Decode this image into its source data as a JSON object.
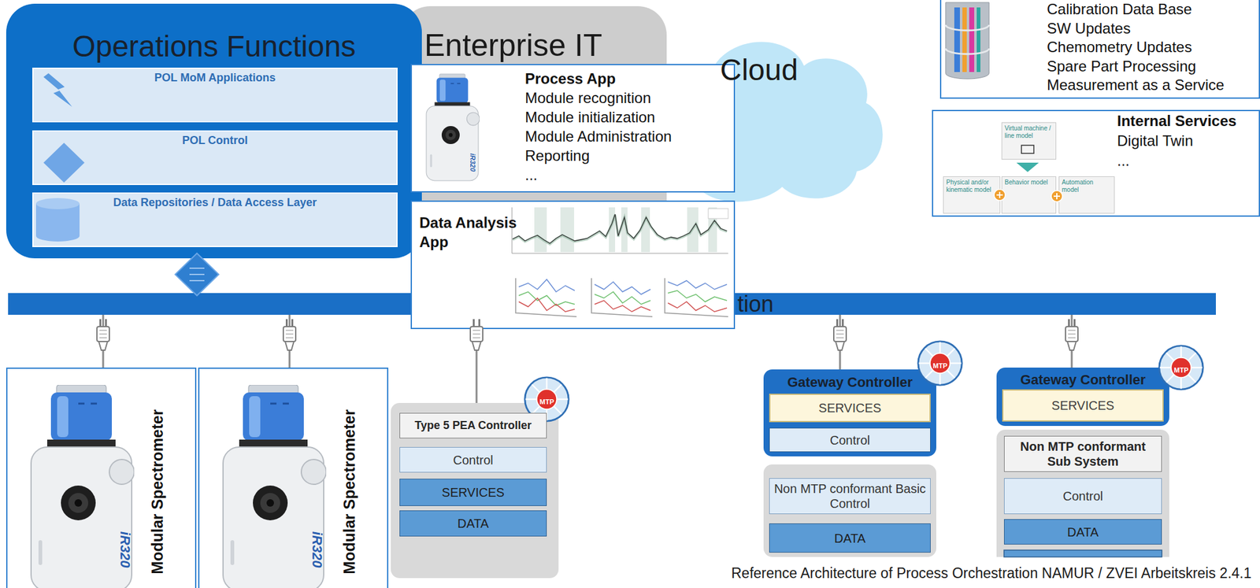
{
  "diagram": {
    "caption": "Reference Architecture of Process Orchestration NAMUR / ZVEI Arbeitskreis 2.4.1",
    "nodes": [
      {
        "text": [
          "Operations Functions"
        ]
      },
      {
        "text": [
          "POL MoM Applications"
        ],
        "in": 0
      },
      {
        "text": [
          "POL Control"
        ],
        "in": 0
      },
      {
        "text": [
          "Data Repositories / Data Access Layer"
        ],
        "in": 0
      },
      {
        "text": [
          "Enterprise IT"
        ]
      },
      {
        "text": [
          "Cloud"
        ]
      },
      {
        "text": [
          "Process App",
          "Module recognition",
          "Module initialization",
          "Module Administration",
          "Reporting",
          "..."
        ]
      },
      {
        "text": [
          "Data Analysis App"
        ]
      },
      {
        "text": [
          "Calibration Data Base",
          "SW Updates",
          "Chemometry Updates",
          "Spare Part Processing",
          "Measurement as a Service"
        ]
      },
      {
        "text": [
          "Internal Services",
          "Digital Twin",
          "..."
        ]
      },
      {
        "text": [
          "Virtual machine / line model"
        ],
        "in": 9
      },
      {
        "text": [
          "Physical and/or kinematic model"
        ],
        "in": 9
      },
      {
        "text": [
          "Behavior model"
        ],
        "in": 9
      },
      {
        "text": [
          "Automation model"
        ],
        "in": 9
      },
      {
        "text": [
          "tion"
        ]
      },
      {
        "text": [
          "Modular Spectrometer"
        ]
      },
      {
        "text": [
          "Modular Spectrometer"
        ]
      },
      {
        "text": [
          "Type 5 PEA Controller"
        ]
      },
      {
        "text": [
          "Control"
        ],
        "in": 17
      },
      {
        "text": [
          "SERVICES"
        ],
        "in": 17
      },
      {
        "text": [
          "DATA"
        ],
        "in": 17
      },
      {
        "text": [
          "Gateway Controller"
        ]
      },
      {
        "text": [
          "SERVICES"
        ],
        "in": 21
      },
      {
        "text": [
          "Control"
        ],
        "in": 21
      },
      {
        "text": [
          "Non MTP conformant Basic Control"
        ]
      },
      {
        "text": [
          "DATA"
        ]
      },
      {
        "text": [
          "Gateway Controller"
        ]
      },
      {
        "text": [
          "SERVICES"
        ],
        "in": 26
      },
      {
        "text": [
          "Non MTP conformant Sub System"
        ]
      },
      {
        "text": [
          "Control"
        ],
        "in": 28
      },
      {
        "text": [
          "DATA"
        ],
        "in": 28
      }
    ],
    "edges": [
      {
        "from": 0,
        "to": 14,
        "arrow": "none"
      },
      {
        "from": 14,
        "to": 15,
        "arrow": "none"
      },
      {
        "from": 14,
        "to": 16,
        "arrow": "none"
      },
      {
        "from": 14,
        "to": 17,
        "arrow": "none"
      },
      {
        "from": 14,
        "to": 21,
        "arrow": "none"
      },
      {
        "from": 14,
        "to": 26,
        "arrow": "none"
      }
    ],
    "labels": [
      "iR320",
      "iR320",
      "iR320",
      "MTP",
      "MTP",
      "MTP"
    ]
  }
}
